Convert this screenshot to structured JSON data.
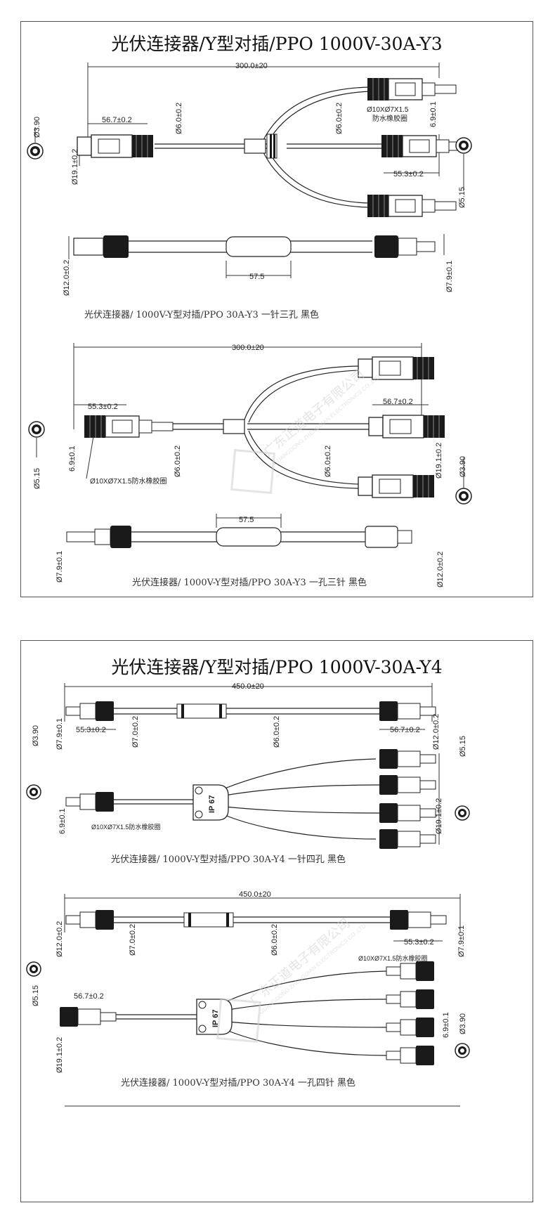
{
  "panel_y3": {
    "title": "光伏连接器/Y型对插/PPO 1000V-30A-Y3",
    "top_overall": "300.0±20",
    "top_left_conn": "56.7±0.2",
    "top_left_dia": "Ø19.1±0.2",
    "top_left_face": "Ø3.90",
    "top_cable_a": "Ø6.0±0.2",
    "top_cable_b": "Ø6.0±0.2",
    "top_gasket_1": "Ø10XØ7X1.5",
    "top_gasket_2": "防水橡胶圈",
    "top_right_side": "6.9±0.1",
    "top_right_conn": "55.3±0.2",
    "top_right_face": "Ø5.15",
    "side1_left_dia": "Ø12.0±0.2",
    "side1_mid": "57.5",
    "side1_right_dia": "Ø7.9±0.1",
    "caption1": "光伏连接器/ 1000V-Y型对插/PPO 30A-Y3 一针三孔 黑色",
    "bot_overall": "300.0±20",
    "bot_left_conn": "55.3±0.2",
    "bot_left_face": "Ø5.15",
    "bot_left_side": "6.9±0.1",
    "bot_gasket": "Ø10XØ7X1.5防水橡胶圈",
    "bot_cable_a": "Ø6.0±0.2",
    "bot_cable_b": "Ø6.0±0.2",
    "bot_right_conn": "56.7±0.2",
    "bot_right_dia": "Ø19.1±0.2",
    "bot_right_face": "Ø3.90",
    "side2_left_dia": "Ø7.9±0.1",
    "side2_mid": "57.5",
    "side2_right_dia": "Ø12.0±0.2",
    "caption2": "光伏连接器/ 1000V-Y型对插/PPO 30A-Y3  一孔三针 黑色"
  },
  "panel_y4": {
    "title": "光伏连接器/Y型对插/PPO 1000V-30A-Y4",
    "a_overall": "450.0±20",
    "a_left_dia": "Ø7.9±0.1",
    "a_left_conn": "55.3±0.2",
    "a_cable_a": "Ø7.0±0.2",
    "a_cable_b": "Ø6.0±0.2",
    "a_right_conn": "56.7±0.2",
    "a_right_dia": "Ø12.0±0.2",
    "a_left_face": "Ø3.90",
    "a_right_face": "Ø5.15",
    "b_side": "6.9±0.1",
    "b_gasket": "Ø10XØ7X1.5防水橡胶圈",
    "b_right_dia": "Ø19.1±0.2",
    "hub_label": "IP 67",
    "caption1": "光伏连接器/ 1000V-Y型对插/PPO 30A-Y4 一针四孔 黑色",
    "c_overall": "450.0±20",
    "c_left_dia": "Ø12.0±0.2",
    "c_cable_a": "Ø7.0±0.2",
    "c_cable_b": "Ø6.0±0.2",
    "c_right_conn": "55.3±0.2",
    "c_right_dia": "Ø7.9±0.1",
    "c_left_face": "Ø5.15",
    "d_left_conn": "56.7±0.2",
    "d_gasket": "Ø10XØ7X1.5防水橡胶圈",
    "d_left_dia": "Ø19.1±0.2",
    "d_right_side": "6.9±0.1",
    "d_right_face": "Ø3.90",
    "caption2": "光伏连接器/ 1000V-Y型对插/PPO 30A-Y4  一孔四针 黑色"
  },
  "watermark": {
    "company_cn": "广东正道电子有限公司",
    "company_en": "GUANGDONG ZHENGDIAN ELECTRONICS CO.,LTD"
  },
  "colors": {
    "line": "#333333",
    "connector": "#1a1a1a",
    "watermark": "#d8d8d8"
  }
}
